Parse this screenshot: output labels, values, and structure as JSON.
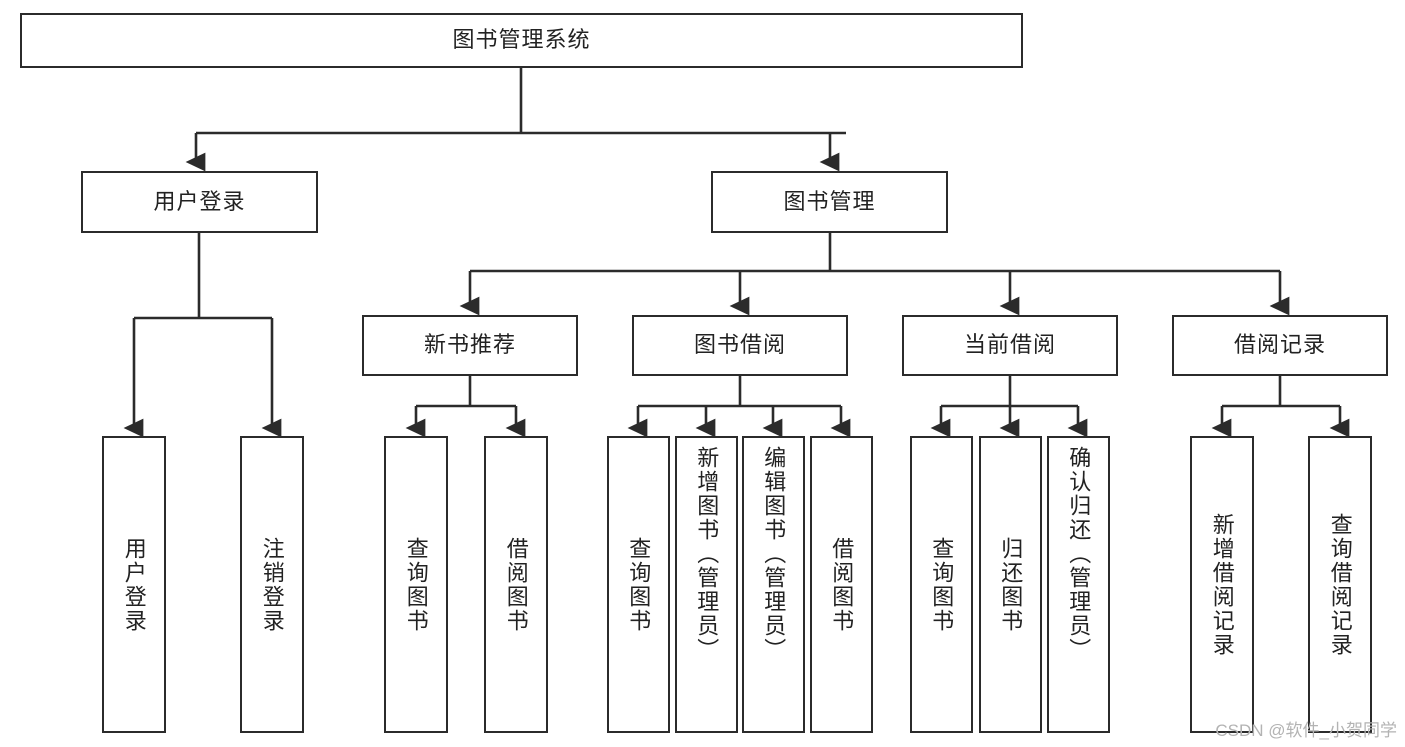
{
  "diagram": {
    "title": "图书管理系统",
    "type": "hierarchy-tree",
    "watermark": "CSDN @软件_小贺同学",
    "colors": {
      "stroke": "#2b2b2b",
      "fill": "#ffffff",
      "text": "#222222",
      "watermark": "#b3b3b3"
    },
    "levels": {
      "root": {
        "label": "图书管理系统"
      },
      "level2": [
        {
          "label": "用户登录"
        },
        {
          "label": "图书管理"
        }
      ],
      "level3": [
        {
          "label": "新书推荐"
        },
        {
          "label": "图书借阅"
        },
        {
          "label": "当前借阅"
        },
        {
          "label": "借阅记录"
        }
      ],
      "level4": [
        {
          "label": "用户登录",
          "parent": "用户登录"
        },
        {
          "label": "注销登录",
          "parent": "用户登录"
        },
        {
          "label": "查询图书",
          "parent": "新书推荐"
        },
        {
          "label": "借阅图书",
          "parent": "新书推荐"
        },
        {
          "label": "查询图书",
          "parent": "图书借阅"
        },
        {
          "label": "新增图书（管理员）",
          "parent": "图书借阅"
        },
        {
          "label": "编辑图书（管理员）",
          "parent": "图书借阅"
        },
        {
          "label": "借阅图书",
          "parent": "图书借阅"
        },
        {
          "label": "查询图书",
          "parent": "当前借阅"
        },
        {
          "label": "归还图书",
          "parent": "当前借阅"
        },
        {
          "label": "确认归还（管理员）",
          "parent": "当前借阅"
        },
        {
          "label": "新增借阅记录",
          "parent": "借阅记录"
        },
        {
          "label": "查询借阅记录",
          "parent": "借阅记录"
        }
      ]
    }
  }
}
